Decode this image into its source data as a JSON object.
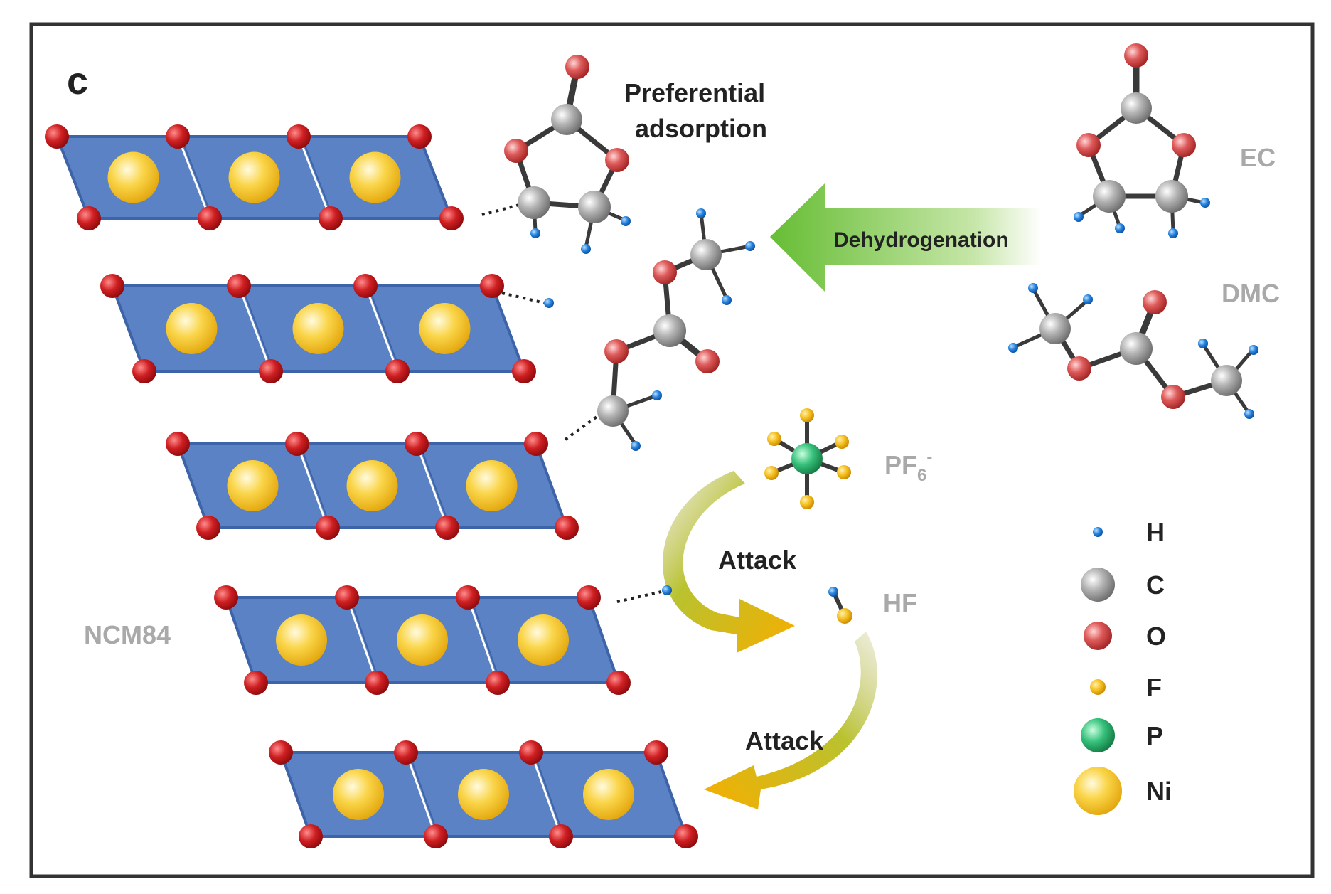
{
  "panel_label": "c",
  "labels": {
    "preferential_line1": "Preferential",
    "preferential_line2": "adsorption",
    "dehydrogenation": "Dehydrogenation",
    "ec": "EC",
    "dmc": "DMC",
    "pf6_base": "PF",
    "pf6_sub": "6",
    "pf6_sup": "-",
    "hf": "HF",
    "attack_1": "Attack",
    "attack_2": "Attack",
    "ncm": "NCM84"
  },
  "legend": [
    {
      "symbol": "H",
      "color": "#1f7ad6",
      "icon": "hydrogen-atom"
    },
    {
      "symbol": "C",
      "color": "#9a9a9a",
      "icon": "carbon-atom"
    },
    {
      "symbol": "O",
      "color": "#d23a3a",
      "icon": "oxygen-atom"
    },
    {
      "symbol": "F",
      "color": "#f3b400",
      "icon": "fluorine-atom"
    },
    {
      "symbol": "P",
      "color": "#2fb26a",
      "icon": "phosphorus-atom"
    },
    {
      "symbol": "Ni",
      "color": "#f7c21a",
      "icon": "nickel-atom"
    }
  ],
  "colors": {
    "slab": "#5b82c4",
    "slab_edge": "#3d63a8",
    "arrow_green": "#6cc13f",
    "arrow_orange": "#f2b000",
    "gray_label": "#a9a9a9",
    "frame": "#333333"
  }
}
